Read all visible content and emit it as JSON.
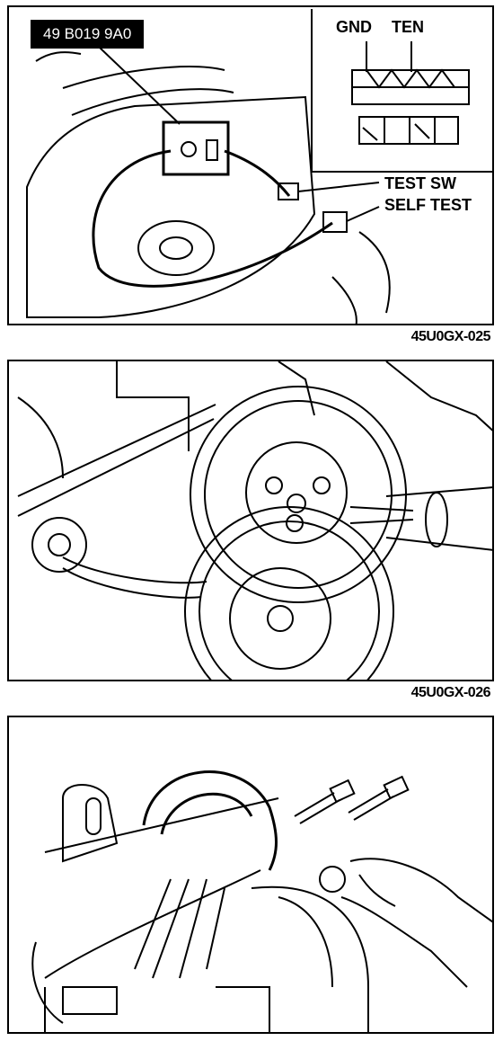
{
  "figure1": {
    "tool_number": "49 B019 9A0",
    "inset_labels": {
      "gnd": "GND",
      "ten": "TEN"
    },
    "callouts": {
      "test_sw": "TEST SW",
      "self_test": "SELF TEST"
    },
    "caption": "45U0GX-025"
  },
  "figure2": {
    "caption": "45U0GX-026"
  },
  "figure3": {}
}
